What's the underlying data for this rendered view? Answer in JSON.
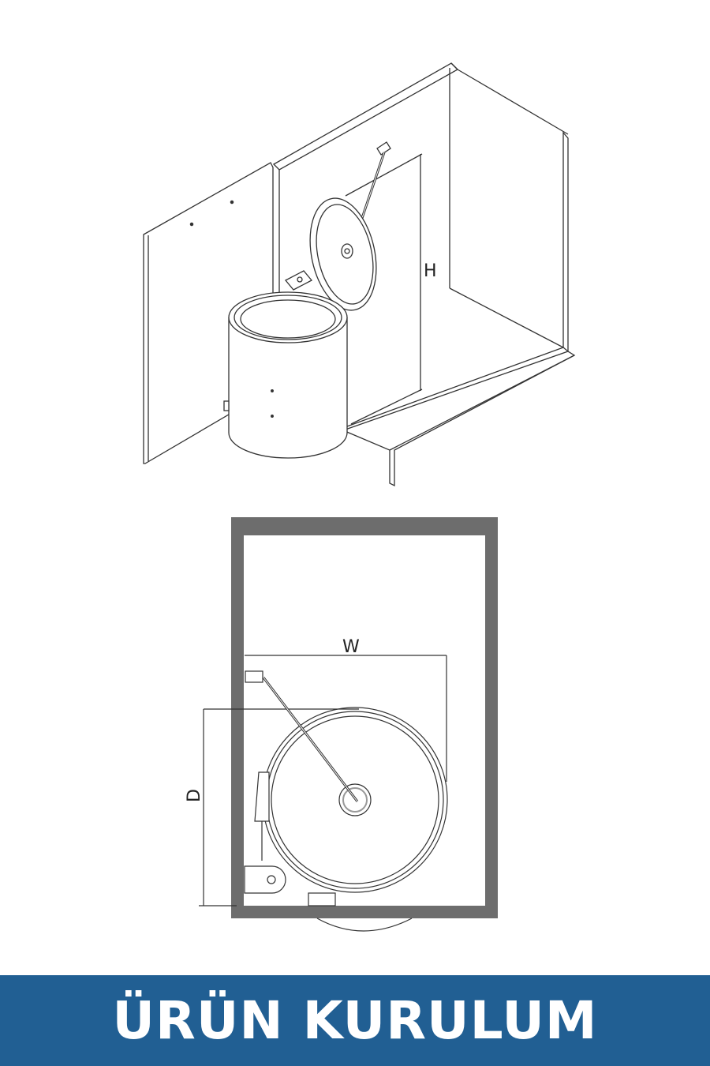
{
  "iso_view": {
    "height_label": "H"
  },
  "top_view": {
    "width_label": "W",
    "depth_label": "D"
  },
  "banner": {
    "title": "ÜRÜN KURULUM",
    "color": "#215f93"
  }
}
